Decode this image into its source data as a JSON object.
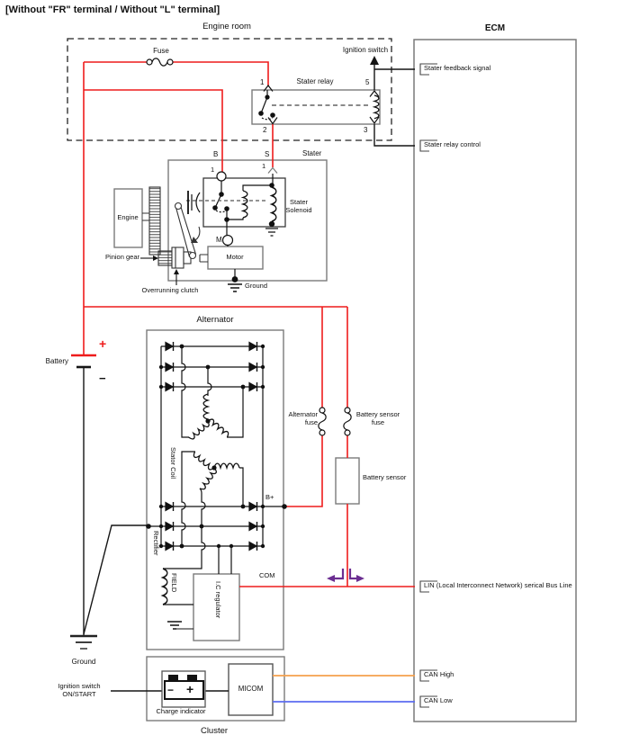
{
  "title": "[Without \"FR\" terminal / Without \"L\" terminal]",
  "engine_room": {
    "label": "Engine room",
    "fuse": "Fuse",
    "ignition_switch": "Ignition switch"
  },
  "relay": {
    "label": "Stater relay",
    "pin1": "1",
    "pin5": "5",
    "pin2": "2",
    "pin3": "3"
  },
  "ecm": {
    "label": "ECM",
    "terminals": {
      "feedback": "Stater feedback signal",
      "relay_control": "Stater relay control",
      "lin": "LIN (Local Interconnect Network) serical Bus Line",
      "can_high": "CAN High",
      "can_low": "CAN Low"
    }
  },
  "starter": {
    "label": "Stater",
    "terminal_b": "B",
    "terminal_s": "S",
    "pin_b": "1",
    "pin_s": "1",
    "solenoid": "Stater Solenoid",
    "terminal_m": "M",
    "motor": "Motor",
    "engine": "Engine",
    "pinion_gear": "Pinion gear",
    "overrunning_clutch": "Overrunning clutch",
    "ground": "Ground"
  },
  "battery": {
    "label": "Battery",
    "plus": "+",
    "minus": "−"
  },
  "alternator": {
    "label": "Alternator",
    "stator_coil": "Stator Coil",
    "rectifier": "Rectifier",
    "b_plus": "B+",
    "field": "FIELD",
    "ic_regulator": "I.C regulator",
    "com": "COM",
    "alternator_fuse": "Alternator fuse",
    "battery_sensor_fuse": "Battery sensor fuse",
    "battery_sensor": "Battery sensor"
  },
  "grounds": {
    "left": "Ground"
  },
  "cluster": {
    "label": "Cluster",
    "ignition_switch": "Ignition switch ON/START",
    "charge_indicator": "Charge indicator",
    "micom": "MICOM",
    "minus": "−",
    "plus": "+"
  },
  "colors": {
    "wire_red": "#ee1c1c",
    "wire_black": "#151515",
    "wire_orange": "#f5a04d",
    "wire_blue": "#5b6cf0",
    "lin_arrow_purple": "#6b2e91",
    "box_gray": "#7a7a7a"
  }
}
